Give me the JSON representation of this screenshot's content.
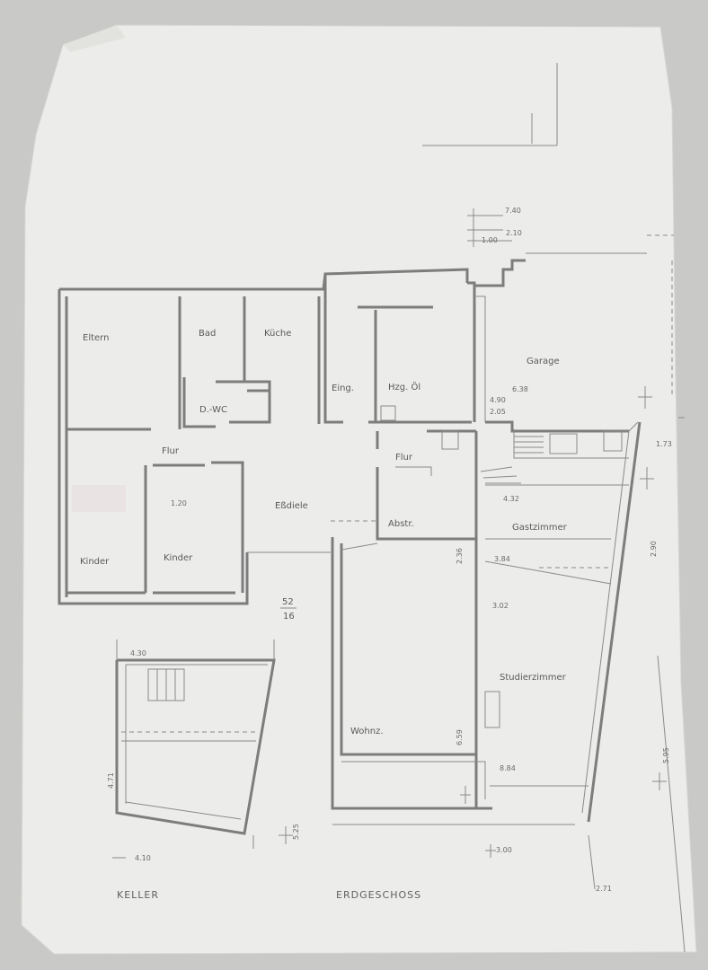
{
  "plan": {
    "rooms": {
      "eltern": "Eltern",
      "bad": "Bad",
      "kueche": "Küche",
      "dwc": "D.-WC",
      "eing": "Eing.",
      "hzg": "Hzg. Öl",
      "garage": "Garage",
      "flur_left": "Flur",
      "flur_mid": "Flur",
      "essdiele": "Eßdiele",
      "abstr": "Abstr.",
      "gastzimmer": "Gastzimmer",
      "kinder1": "Kinder",
      "kinder2": "Kinder",
      "studierzimmer": "Studierzimmer",
      "wohnz": "Wohnz."
    },
    "sections": {
      "keller": "KELLER",
      "erdgeschoss": "ERDGESCHOSS"
    },
    "fraction": {
      "num": "52",
      "den": "16"
    },
    "dimensions": {
      "d740": "7.40",
      "d210": "2.10",
      "d100": "1.00",
      "d638": "6.38",
      "d490": "4.90",
      "d205": "2.05",
      "d432": "4.32",
      "d384": "3.84",
      "d302": "3.02",
      "d884": "8.84",
      "d300": "3.00",
      "d430": "4.30",
      "d410": "4.10",
      "d290": "2.90",
      "d595": "5.95",
      "d525": "5.25",
      "d471": "4.71",
      "d236": "2.36",
      "d659": "6.59",
      "d173": "1.73",
      "d271": "2.71",
      "d120": "1.20"
    }
  }
}
